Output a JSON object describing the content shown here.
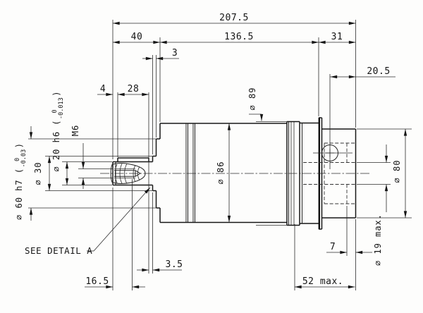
{
  "dimensions": {
    "overall_length": "207.5",
    "front_length": "40",
    "body_length": "136.5",
    "rear_length": "31",
    "pilot_step": "3",
    "rear_hub_length": "20.5",
    "key_offset": "4",
    "key_length": "28",
    "keyway_to_shoulder": "3.5",
    "thread_depth": "16.5",
    "seat_depth": "7",
    "bore_depth": "52 max.",
    "thread_size": "M6",
    "collar_dia": "∅ 30",
    "shaft_dia_main": "∅ 20 h6 (",
    "shaft_tol_upper": "0",
    "shaft_tol_lower": "-0.013",
    "shaft_dia_close": ")",
    "pilot_dia_main": "∅ 60 h7 (",
    "pilot_tol_upper": "0",
    "pilot_tol_lower": "-0.03",
    "pilot_dia_close": ")",
    "body_dia": "∅ 86",
    "body_max_dia": "∅ 89",
    "flange_dia": "∅ 80",
    "input_bore_dia": "∅ 19 max."
  },
  "notes": {
    "detail_ref": "SEE DETAIL A"
  }
}
